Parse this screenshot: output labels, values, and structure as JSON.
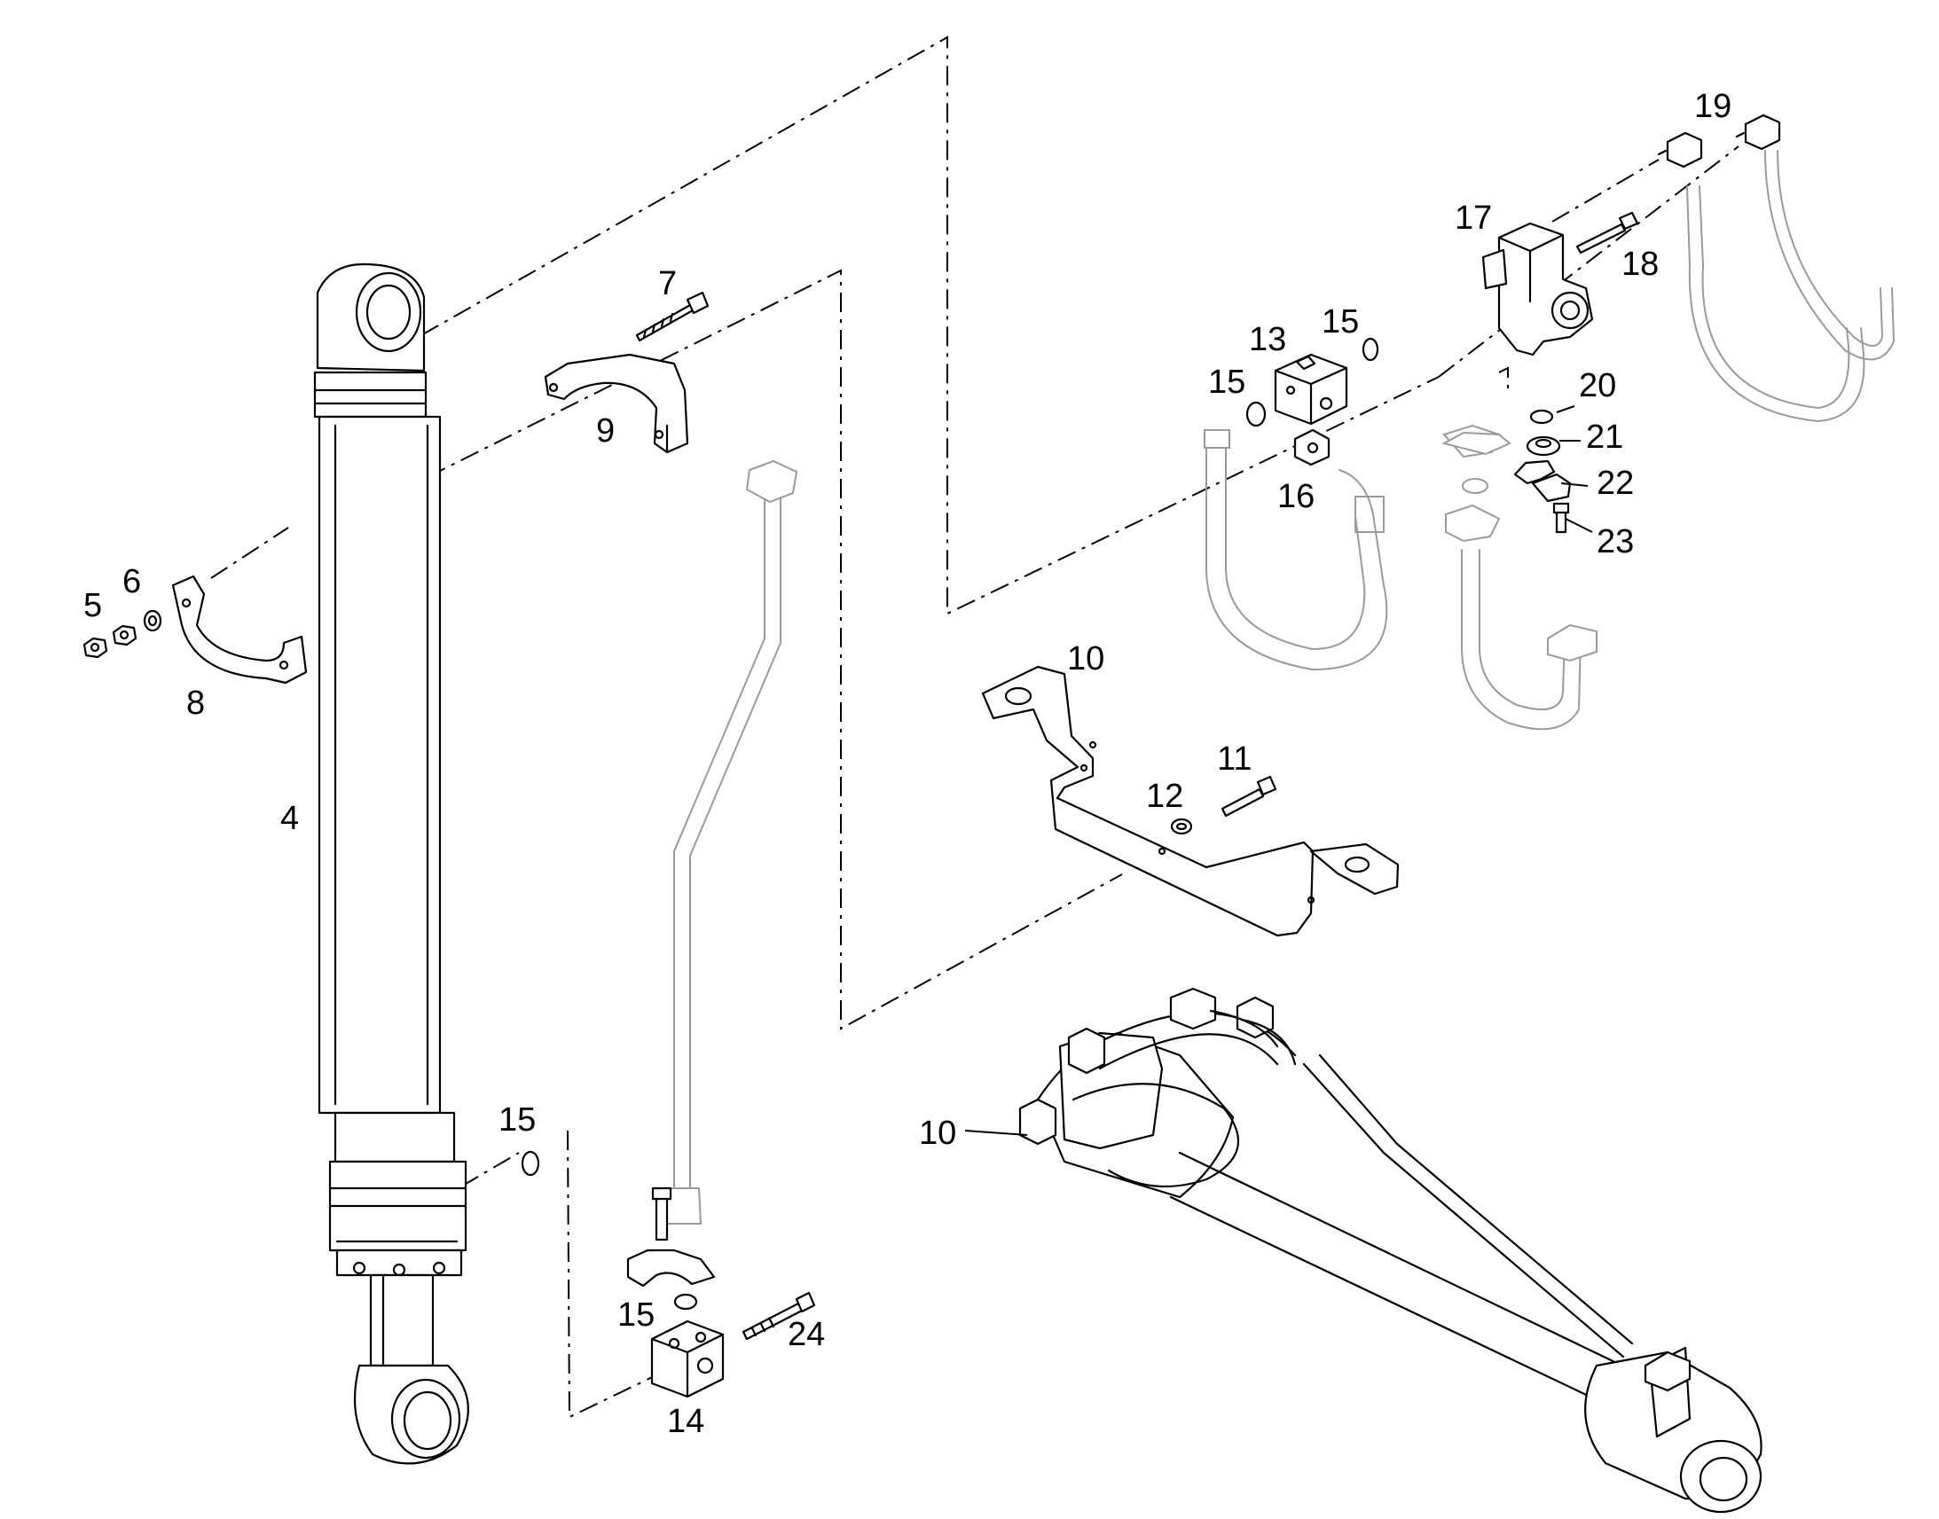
{
  "diagram": {
    "callouts": {
      "c4": "4",
      "c5": "5",
      "c6": "6",
      "c7": "7",
      "c8": "8",
      "c9": "9",
      "c10a": "10",
      "c10b": "10",
      "c11": "11",
      "c12": "12",
      "c13": "13",
      "c14": "14",
      "c15a": "15",
      "c15b": "15",
      "c15c": "15",
      "c15d": "15",
      "c16": "16",
      "c17": "17",
      "c18": "18",
      "c19": "19",
      "c20": "20",
      "c21": "21",
      "c22": "22",
      "c23": "23",
      "c24": "24"
    },
    "colors": {
      "line": "#000000",
      "ghost": "#9a9a9a",
      "background": "#ffffff"
    }
  }
}
